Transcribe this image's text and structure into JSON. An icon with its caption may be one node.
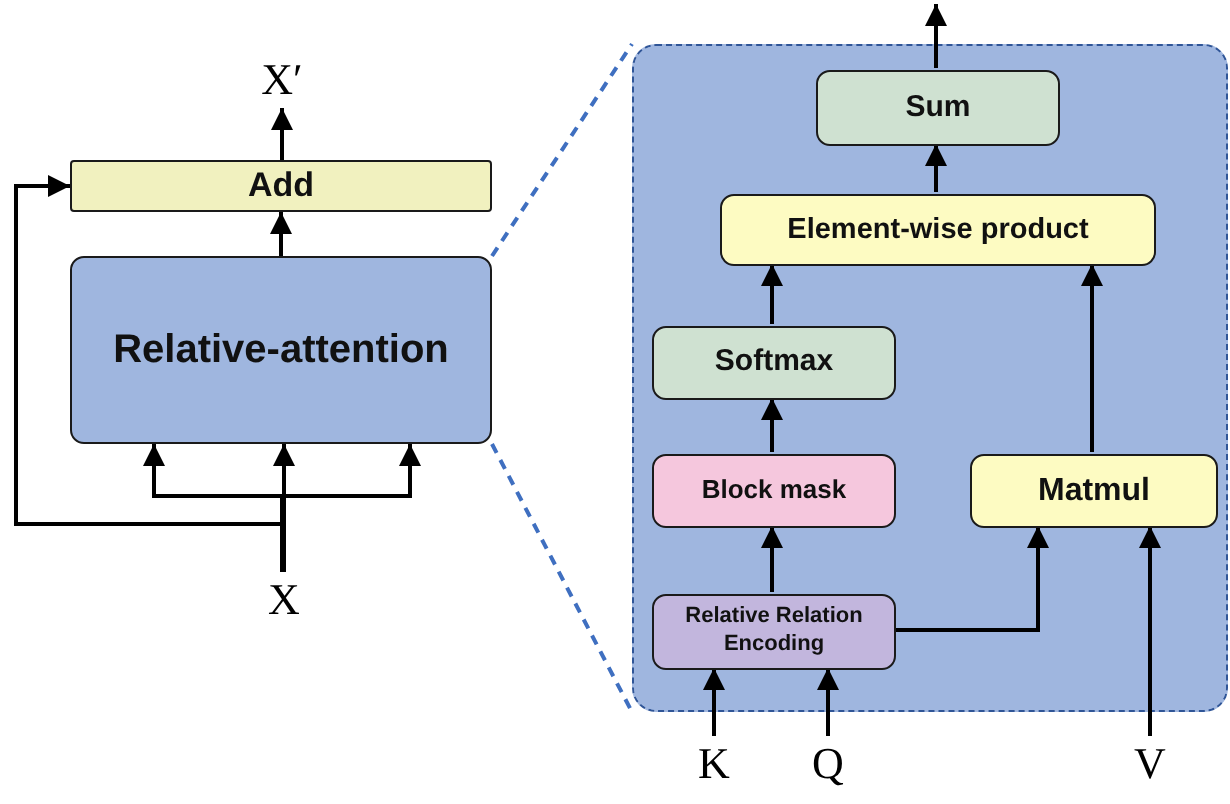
{
  "diagram": {
    "nodes": [
      {
        "text": [
          "X′"
        ]
      },
      {
        "text": [
          "Add"
        ]
      },
      {
        "text": [
          "Relative-attention"
        ]
      },
      {
        "text": [
          "X"
        ]
      },
      {
        "text": [],
        "shape": "box"
      },
      {
        "text": [
          "Sum"
        ],
        "in": 4
      },
      {
        "text": [
          "Element-wise product"
        ],
        "in": 4
      },
      {
        "text": [
          "Softmax"
        ],
        "in": 4
      },
      {
        "text": [
          "Block mask"
        ],
        "in": 4
      },
      {
        "text": [
          "Matmul"
        ],
        "in": 4
      },
      {
        "text": [
          "Relative Relation Encoding"
        ],
        "in": 4
      },
      {
        "text": [
          "K"
        ]
      },
      {
        "text": [
          "Q"
        ]
      },
      {
        "text": [
          "V"
        ]
      }
    ],
    "edges": [
      {
        "from": 3,
        "to": 2,
        "arrow": "to"
      },
      {
        "from": 3,
        "to": 2,
        "arrow": "to"
      },
      {
        "from": 3,
        "to": 2,
        "arrow": "to"
      },
      {
        "from": 3,
        "to": 1,
        "arrow": "to"
      },
      {
        "from": 2,
        "to": 1,
        "arrow": "to"
      },
      {
        "from": 1,
        "to": 0,
        "arrow": "to"
      },
      {
        "from": 2,
        "to": 4,
        "arrow": "none",
        "style": "dashed",
        "color": "#3f6fc0"
      },
      {
        "from": 2,
        "to": 4,
        "arrow": "none",
        "style": "dashed",
        "color": "#3f6fc0"
      },
      {
        "from": 11,
        "to": 10,
        "arrow": "to"
      },
      {
        "from": 12,
        "to": 10,
        "arrow": "to"
      },
      {
        "from": 10,
        "to": 8,
        "arrow": "to"
      },
      {
        "from": 10,
        "to": 9,
        "arrow": "to"
      },
      {
        "from": 13,
        "to": 9,
        "arrow": "to"
      },
      {
        "from": 8,
        "to": 7,
        "arrow": "to"
      },
      {
        "from": 7,
        "to": 6,
        "arrow": "to"
      },
      {
        "from": 9,
        "to": 6,
        "arrow": "to"
      },
      {
        "from": 6,
        "to": 5,
        "arrow": "to"
      },
      {
        "from": 5,
        "to": null,
        "arrow": "to"
      }
    ]
  }
}
